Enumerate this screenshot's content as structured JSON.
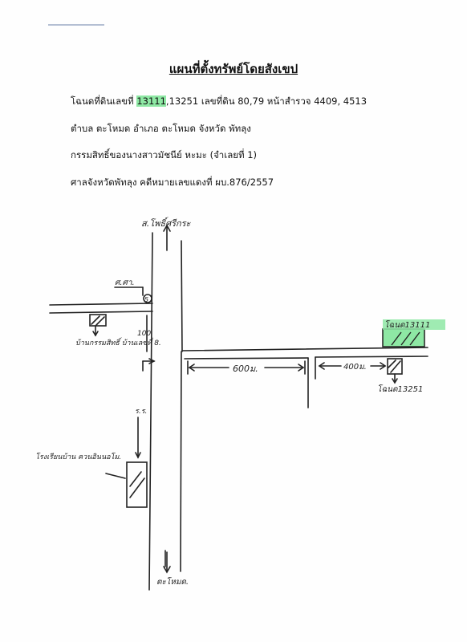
{
  "document": {
    "title": "แผนที่ตั้งทรัพย์โดยสังเขป",
    "line1": {
      "prefix": "โฉนดที่ดินเลขที่ ",
      "highlight": "13111",
      "rest": ",13251  เลขที่ดิน 80,79  หน้าสำรวจ 4409, 4513"
    },
    "line2": "ตำบล ตะโหมด   อำเภอ ตะโหมด  จังหวัด พัทลุง",
    "line3": "กรรมสิทธิ์ของนางสาวมัชนีย์  หะมะ  (จำเลยที่ 1)",
    "line4": "ศาลจังหวัดพัทลุง  คดีหมายเลขแดงที่ ผบ.876/2557"
  },
  "map": {
    "label_top_road": "ส.โพธิ์ศรีกระ",
    "label_left": "ศ.ศา.",
    "label_left_marker": "5",
    "label_left_house": "บ้านกรรมสิทธิ์ บ้านเลขที่ 8.",
    "label_100": "100",
    "label_600": "600ม.",
    "label_400": "400ม.",
    "label_deed_top": "โฉนด13111",
    "label_deed_bottom": "โฉนด13251",
    "label_side": "ร.ร.",
    "label_school": "โรงเรียนบ้าน ควนอินนอโม.",
    "label_bottom": "ตะโหมด."
  }
}
